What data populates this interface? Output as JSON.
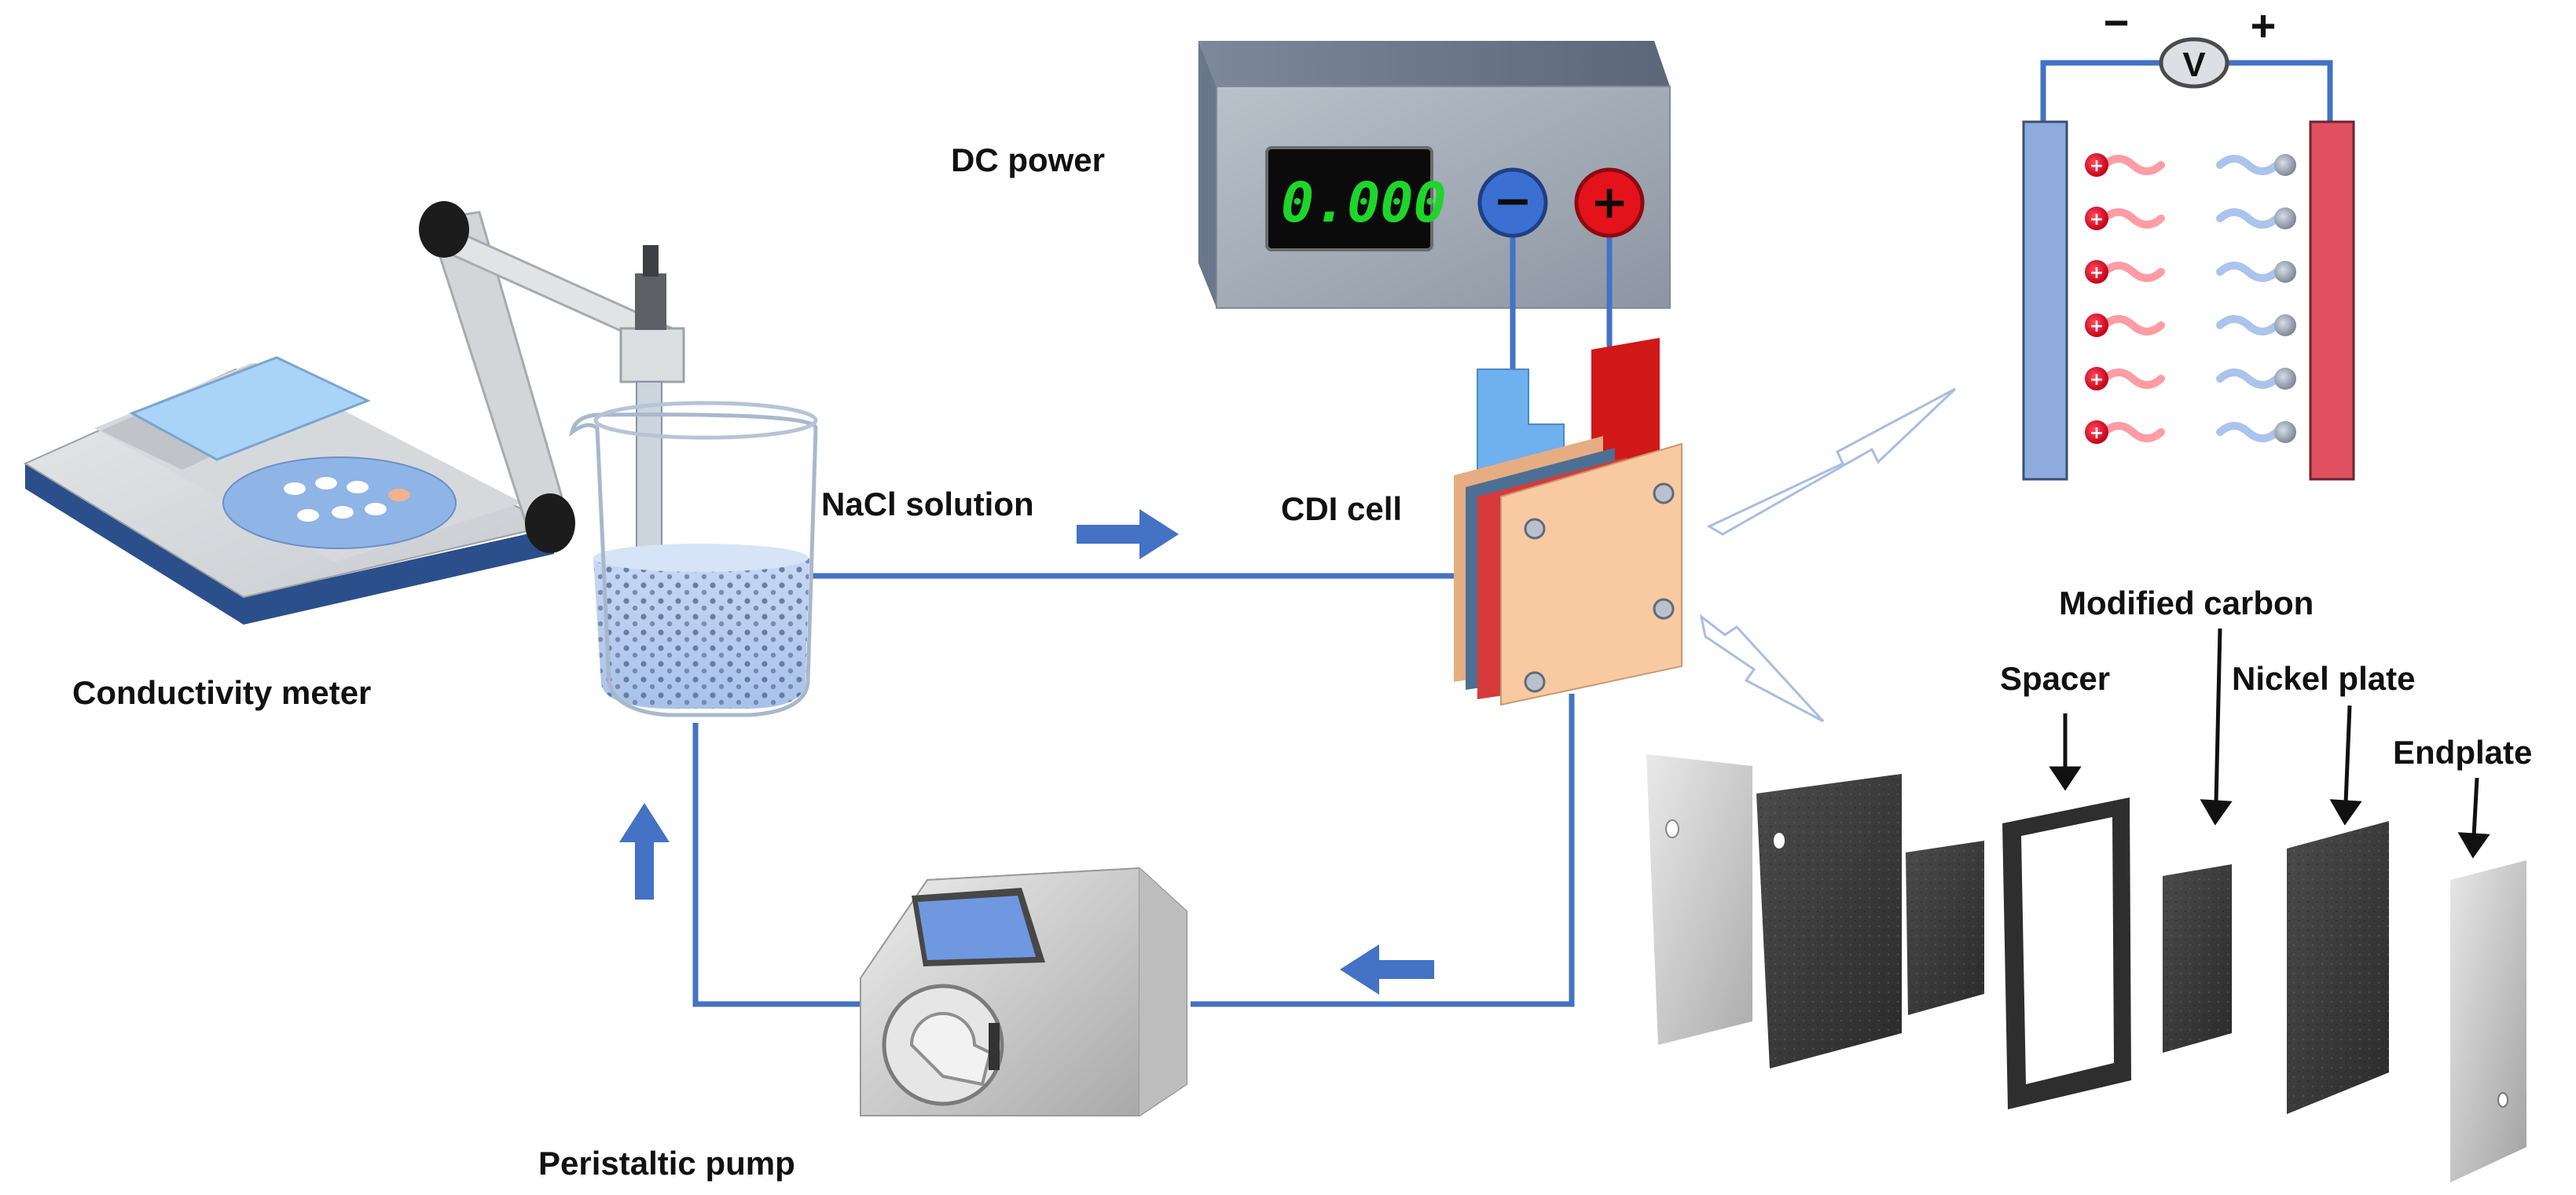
{
  "labels": {
    "dc_power": "DC power",
    "display_value": "0.000",
    "terminal_negative": "−",
    "terminal_positive": "+",
    "nacl_solution": "NaCl solution",
    "cdi_cell": "CDI cell",
    "conductivity_meter": "Conductivity meter",
    "peristaltic_pump": "Peristaltic pump",
    "voltmeter": "V",
    "voltmeter_minus": "−",
    "voltmeter_plus": "+",
    "cation_sign": "+",
    "modified_carbon": "Modified carbon",
    "spacer": "Spacer",
    "nickel_plate": "Nickel plate",
    "endplate": "Endplate"
  },
  "colors": {
    "tube": "#4472c4",
    "display_digits": "#1dd62a",
    "negative_electrode": "#8faadc",
    "positive_electrode": "#e05060",
    "cell_endplate": "#f8c9a0",
    "negative_tab": "#6fb0ee",
    "positive_tab": "#d01818"
  },
  "icons": [
    "flow-arrow-icon",
    "bolt-icon",
    "cation-icon",
    "anion-icon",
    "pump-rotor-icon"
  ]
}
